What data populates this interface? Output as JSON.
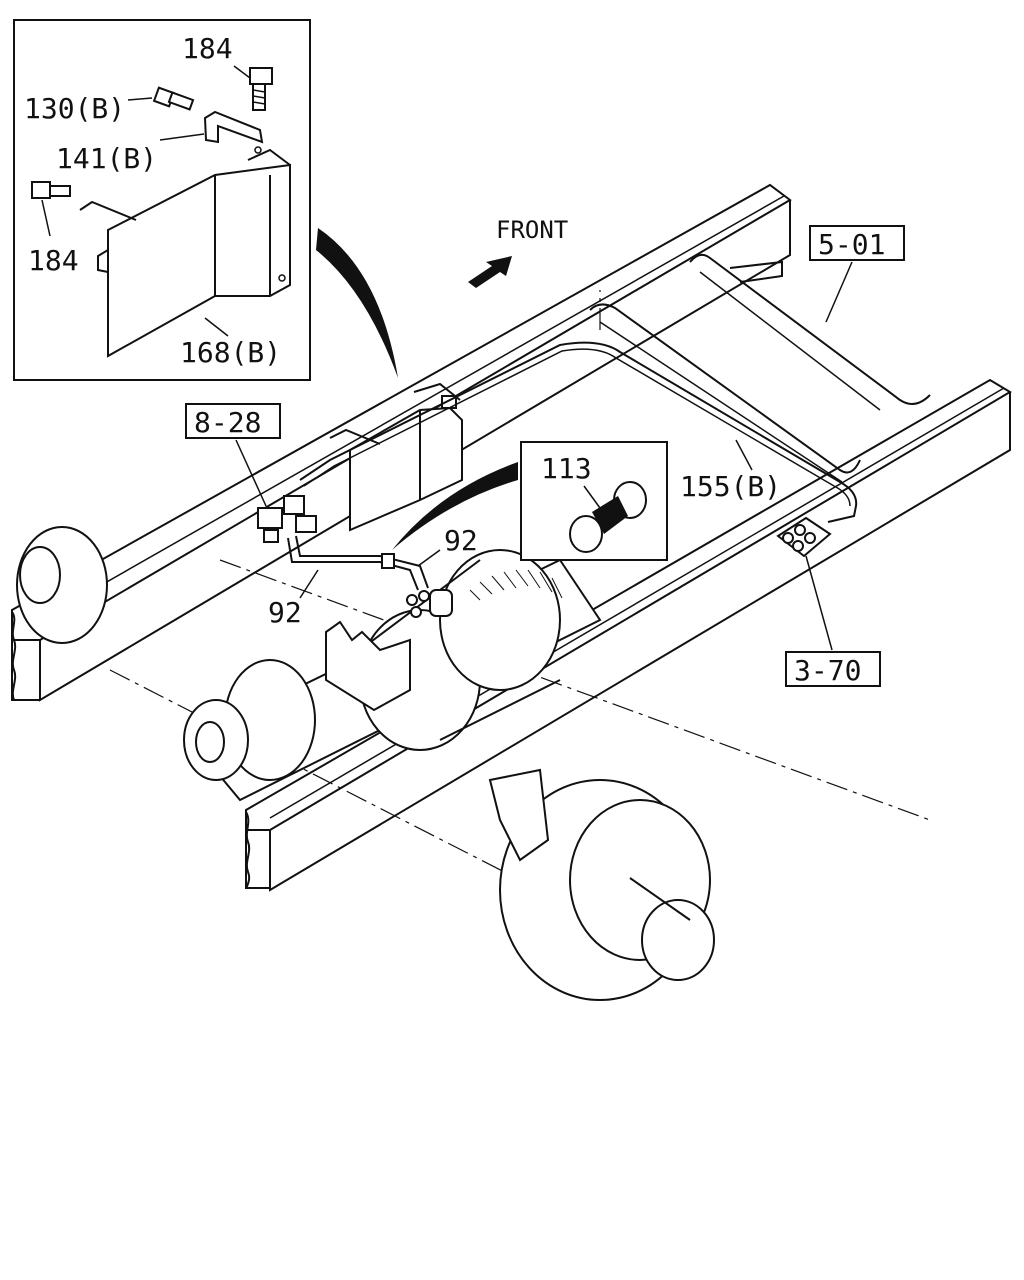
{
  "diagram": {
    "front_label": "FRONT",
    "refs": {
      "r501": "5-01",
      "r828": "8-28",
      "r370": "3-70"
    },
    "inset": {
      "p184_top": "184",
      "p130": "130(B)",
      "p141": "141(B)",
      "p184_left": "184",
      "p168": "168(B)"
    },
    "detail": {
      "p113": "113"
    },
    "parts": {
      "p155": "155(B)",
      "p92_upper": "92",
      "p92_lower": "92"
    }
  }
}
